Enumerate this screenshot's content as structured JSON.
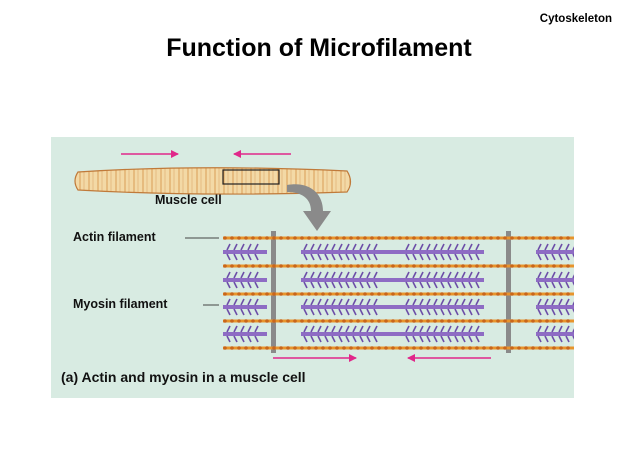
{
  "header": {
    "topic": "Cytoskeleton",
    "title": "Function of Microfilament"
  },
  "figure": {
    "muscle_cell_label": "Muscle cell",
    "actin_label": "Actin filament",
    "myosin_label": "Myosin filament",
    "caption": "(a) Actin and myosin in a muscle cell",
    "colors": {
      "background": "#d8ebe2",
      "actin": "#e8942c",
      "myosin": "#8e6cc4",
      "z_line": "#8a8a8a",
      "arrow": "#e0288a",
      "cell": "#f3d9a6"
    }
  }
}
